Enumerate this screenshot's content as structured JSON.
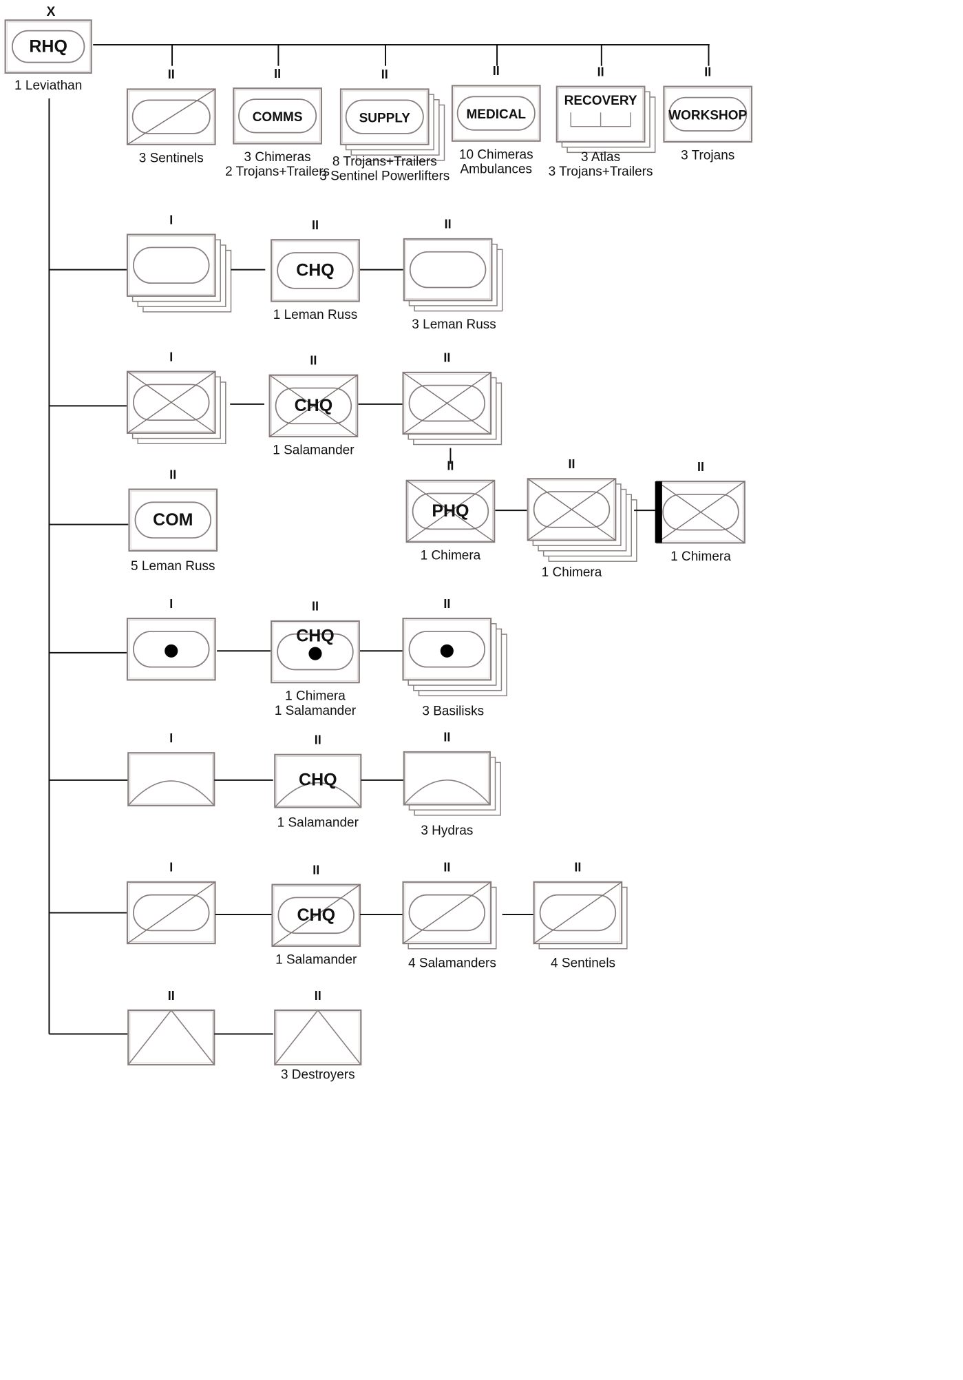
{
  "diagram": {
    "top_echelon": "X",
    "root": {
      "label": "RHQ",
      "caption": [
        "1 Leviathan"
      ]
    },
    "support_units": [
      {
        "echelon": "II",
        "label": "",
        "caption": [
          "3 Sentinels"
        ]
      },
      {
        "echelon": "II",
        "label": "COMMS",
        "caption": [
          "3 Chimeras",
          "2 Trojans+Trailers"
        ]
      },
      {
        "echelon": "II",
        "label": "SUPPLY",
        "caption": [
          "8 Trojans+Trailers",
          "3 Sentinel Powerlifters"
        ]
      },
      {
        "echelon": "II",
        "label": "MEDICAL",
        "caption": [
          "10 Chimeras",
          "Ambulances"
        ]
      },
      {
        "echelon": "II",
        "label": "RECOVERY",
        "caption": [
          "3 Atlas",
          "3 Trojans+Trailers"
        ]
      },
      {
        "echelon": "II",
        "label": "WORKSHOP",
        "caption": [
          "3 Trojans"
        ]
      }
    ],
    "rows": [
      {
        "name": "leman-russ-row",
        "units": [
          {
            "echelon": "I",
            "label": "",
            "caption": []
          },
          {
            "echelon": "II",
            "label": "CHQ",
            "caption": [
              "1 Leman Russ"
            ]
          },
          {
            "echelon": "II",
            "label": "",
            "caption": [
              "3 Leman Russ"
            ]
          }
        ]
      },
      {
        "name": "mechanized-row",
        "units": [
          {
            "echelon": "I",
            "label": "",
            "caption": []
          },
          {
            "echelon": "II",
            "label": "CHQ",
            "caption": [
              "1 Salamander"
            ]
          },
          {
            "echelon": "II",
            "label": "",
            "caption": []
          }
        ]
      },
      {
        "name": "platoon-row",
        "units": [
          {
            "echelon": "II",
            "label": "PHQ",
            "caption": [
              "1 Chimera"
            ]
          },
          {
            "echelon": "II",
            "label": "",
            "caption": [
              "1 Chimera"
            ]
          },
          {
            "echelon": "II",
            "label": "",
            "caption": [
              "1 Chimera"
            ]
          }
        ]
      },
      {
        "name": "command-row",
        "units": [
          {
            "echelon": "II",
            "label": "COM",
            "caption": [
              "5 Leman Russ"
            ]
          }
        ]
      },
      {
        "name": "artillery-row",
        "units": [
          {
            "echelon": "I",
            "label": "",
            "caption": []
          },
          {
            "echelon": "II",
            "label": "CHQ",
            "caption": [
              "1 Chimera",
              "1 Salamander"
            ]
          },
          {
            "echelon": "II",
            "label": "",
            "caption": [
              "3 Basilisks"
            ]
          }
        ]
      },
      {
        "name": "air-defence-row",
        "units": [
          {
            "echelon": "I",
            "label": "",
            "caption": []
          },
          {
            "echelon": "II",
            "label": "CHQ",
            "caption": [
              "1 Salamander"
            ]
          },
          {
            "echelon": "II",
            "label": "",
            "caption": [
              "3 Hydras"
            ]
          }
        ]
      },
      {
        "name": "reconnaissance-row",
        "units": [
          {
            "echelon": "I",
            "label": "",
            "caption": []
          },
          {
            "echelon": "II",
            "label": "CHQ",
            "caption": [
              "1 Salamander"
            ]
          },
          {
            "echelon": "II",
            "label": "",
            "caption": [
              "4 Salamanders"
            ]
          },
          {
            "echelon": "II",
            "label": "",
            "caption": [
              "4 Sentinels"
            ]
          }
        ]
      },
      {
        "name": "destroyer-row",
        "units": [
          {
            "echelon": "II",
            "label": "",
            "caption": []
          },
          {
            "echelon": "II",
            "label": "",
            "caption": [
              "3 Destroyers"
            ]
          }
        ]
      }
    ]
  }
}
